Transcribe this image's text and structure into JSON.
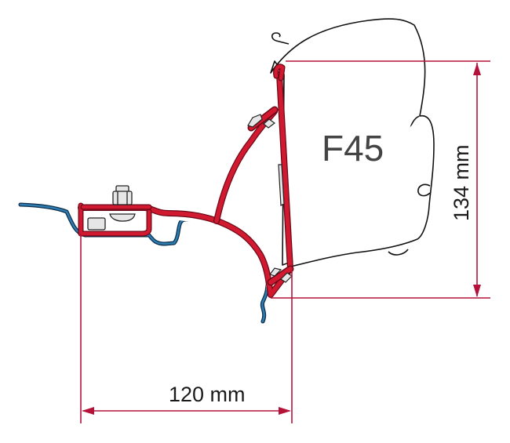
{
  "diagram": {
    "product_label": "F45",
    "dimensions": {
      "width_label": "120 mm",
      "height_label": "134 mm"
    },
    "colors": {
      "bracket_red": "#c8102e",
      "bracket_red_dark": "#8a0a1f",
      "vehicle_blue": "#1f5f8b",
      "dimension_line": "#b5123a",
      "outline": "#111111",
      "bolt_fill": "#e6e6e6"
    },
    "parts": [
      {
        "name": "awning-housing",
        "description": "F45 awning cassette outline"
      },
      {
        "name": "adapter-bracket",
        "description": "red mounting adapter bracket"
      },
      {
        "name": "vehicle-roof-profile",
        "description": "blue vehicle roof/gutter profile"
      },
      {
        "name": "bolt",
        "description": "fixing bolt and nut"
      }
    ]
  }
}
